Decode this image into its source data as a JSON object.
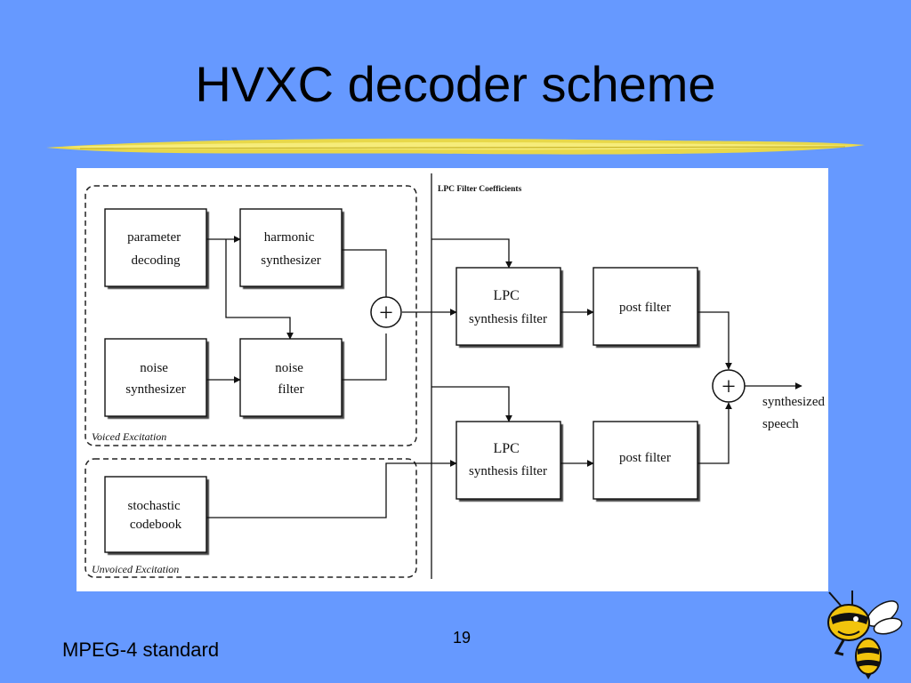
{
  "slide": {
    "title": "HVXC decoder scheme",
    "footer": "MPEG-4 standard",
    "page_number": "19"
  },
  "diagram": {
    "lpc_coefficients_label": "LPC Filter Coefficients",
    "voiced_group_label": "Voiced Excitation",
    "unvoiced_group_label": "Unvoiced Excitation",
    "blocks": {
      "parameter_decoding": [
        "parameter",
        "decoding"
      ],
      "harmonic_synthesizer": [
        "harmonic",
        "synthesizer"
      ],
      "noise_synthesizer": [
        "noise",
        "synthesizer"
      ],
      "noise_filter": [
        "noise",
        "filter"
      ],
      "stochastic_codebook": [
        "stochastic",
        "codebook"
      ],
      "lpc_filter_top": [
        "LPC",
        "synthesis filter"
      ],
      "post_filter_top": [
        "post filter"
      ],
      "lpc_filter_bottom": [
        "LPC",
        "synthesis filter"
      ],
      "post_filter_bottom": [
        "post filter"
      ]
    },
    "output_label": [
      "synthesized",
      "speech"
    ],
    "adder_symbol": "+"
  }
}
